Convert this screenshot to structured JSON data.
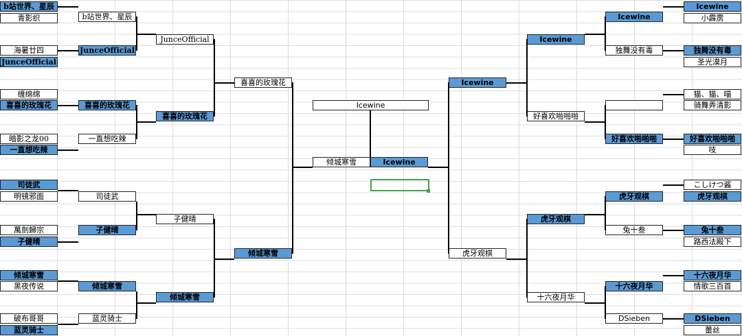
{
  "left": {
    "r1": [
      "b站世界、星辰",
      "青影织",
      "海暑廿四",
      "JunceOfficial",
      "缠绵绵",
      "喜喜的玫瑰花",
      "暗影之龙00",
      "一直想吃辣",
      "司徒武",
      "明镜邪面",
      "萬劍歸宗",
      "子健晴",
      "倾城寒雪",
      "黑夜传说",
      "破布哥哥",
      "蓝灵骑士"
    ],
    "r2": [
      "b站世界、星辰",
      "JunceOfficial",
      "喜喜的玫瑰花",
      "一直想吃辣",
      "司徒武",
      "子健晴",
      "倾城寒雪",
      "蓝灵骑士"
    ],
    "r3": [
      "JunceOfficial",
      "喜喜的玫瑰花",
      "子健晴",
      "倾城寒雪"
    ],
    "r4": [
      "喜喜的玫瑰花",
      "倾城寒雪"
    ]
  },
  "right": {
    "r1": [
      "Icewine",
      "小霹雳",
      "独舞没有毒",
      "圣光漠月",
      "猫、猫、喵",
      "骑舞弄清影",
      "好喜欢啪啪啪",
      "吱",
      "こしけつ酱",
      "虎牙观棋",
      "兔十叁",
      "路西法殿下",
      "十六夜月华",
      "情歌三百首",
      "DSieben",
      "蕾丝"
    ],
    "r2": [
      "Icewine",
      "独舞没有毒",
      "好喜欢啪啪啪",
      "虎牙观棋",
      "兔十叁",
      "十六夜月华",
      "DSieben"
    ],
    "r3": [
      "Icewine",
      "好喜欢啪啪啪",
      "虎牙观棋",
      "十六夜月华"
    ],
    "r4": [
      "Icewine",
      "虎牙观棋"
    ]
  },
  "final": {
    "champion": "Icewine",
    "left_finalist": "倾城寒雪",
    "right_finalist": "Icewine"
  },
  "colors": {
    "highlight": "#5b9bd5",
    "selection": "#3fa34d"
  }
}
